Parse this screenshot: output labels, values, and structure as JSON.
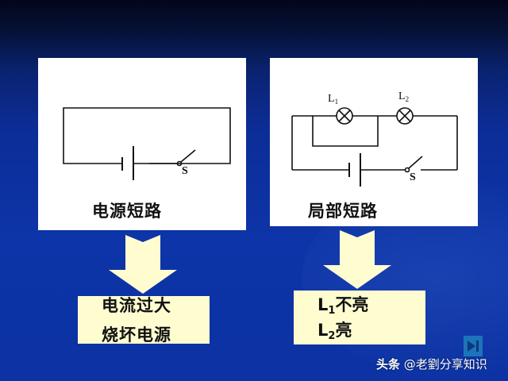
{
  "slide": {
    "background_color": "#0d34a8",
    "left_panel": {
      "caption": "电源短路",
      "switch_label": "S",
      "result": {
        "line1": "电流过大",
        "line2": "烧坏电源"
      }
    },
    "right_panel": {
      "caption": "局部短路",
      "lamp1_label": "L",
      "lamp1_sub": "1",
      "lamp2_label": "L",
      "lamp2_sub": "2",
      "switch_label": "S",
      "result": {
        "line1_L": "L",
        "line1_sub": "1",
        "line1_text": "不亮",
        "line2_L": "L",
        "line2_sub": "2",
        "line2_text": "亮"
      }
    },
    "colors": {
      "panel_bg": "#ffffff",
      "result_bg": "#fffdd0",
      "arrow_fill": "#fffdd0",
      "play_button": "#1f7fbf"
    },
    "play_button_icon": "skip-next-icon"
  },
  "watermark": {
    "brand": "头条",
    "handle": "@老劉分享知识"
  }
}
